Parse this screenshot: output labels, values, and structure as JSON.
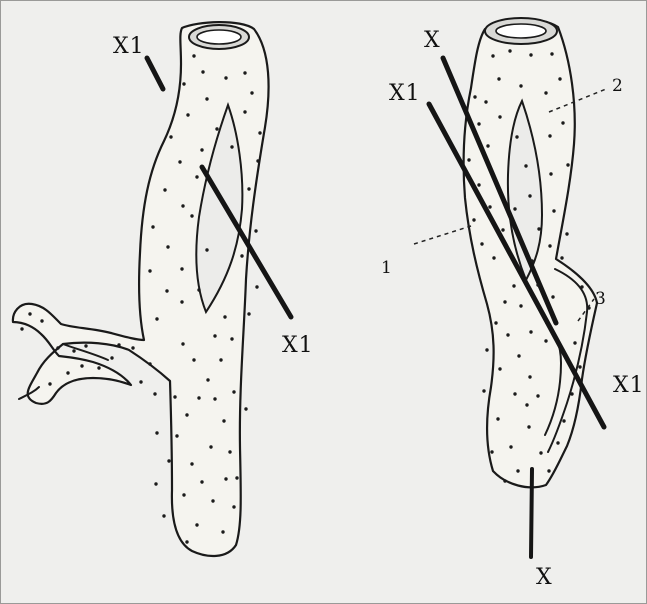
{
  "labels": {
    "x1": "X1",
    "x": "X",
    "n1": "1",
    "n2": "2",
    "n3": "3"
  }
}
